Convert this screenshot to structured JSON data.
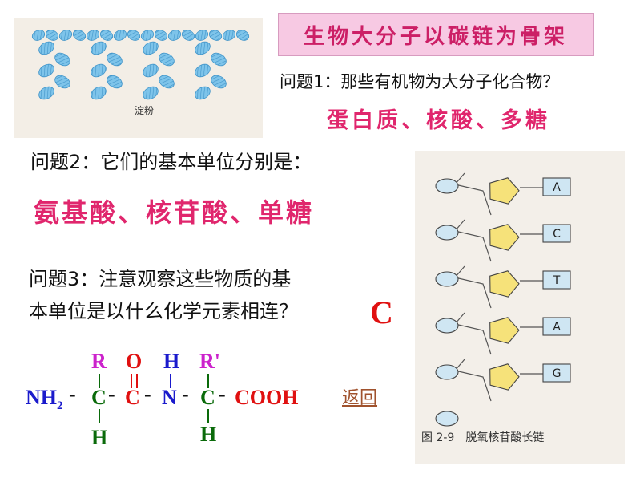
{
  "title": "生物大分子以碳链为骨架",
  "starch_caption": "淀粉",
  "question1": "问题1：那些有机物为大分子化合物？",
  "answer1": "蛋白质、核酸、多糖",
  "question2": "问题2：它们的基本单位分别是：",
  "answer2": "氨基酸、核苷酸、单糖",
  "question3_line1": "问题3：注意观察这些物质的基",
  "question3_line2": "本单位是以什么化学元素相连？",
  "answer3": "C",
  "formula": {
    "r1": "R",
    "o": "O",
    "h_top": "H",
    "r2": "R'",
    "nh2": "NH",
    "nh2_sub": "2",
    "c1": "C",
    "c2": "C",
    "n": "N",
    "c3": "C",
    "cooh": "COOH",
    "h_bottom1": "H",
    "h_bottom2": "H",
    "dash": "-"
  },
  "back_link": "返回",
  "dna": {
    "bases": [
      "A",
      "C",
      "T",
      "A",
      "G"
    ],
    "caption": "图 2-9　脱氧核苷酸长链"
  },
  "colors": {
    "title_bg": "#f7c9e3",
    "title_text": "#cc1f66",
    "answer": "#e0266d",
    "formula_blue": "#1a1acc",
    "formula_red": "#e01010",
    "formula_magenta": "#cc22cc",
    "formula_green": "#0a6a0a",
    "link": "#a0522d"
  }
}
